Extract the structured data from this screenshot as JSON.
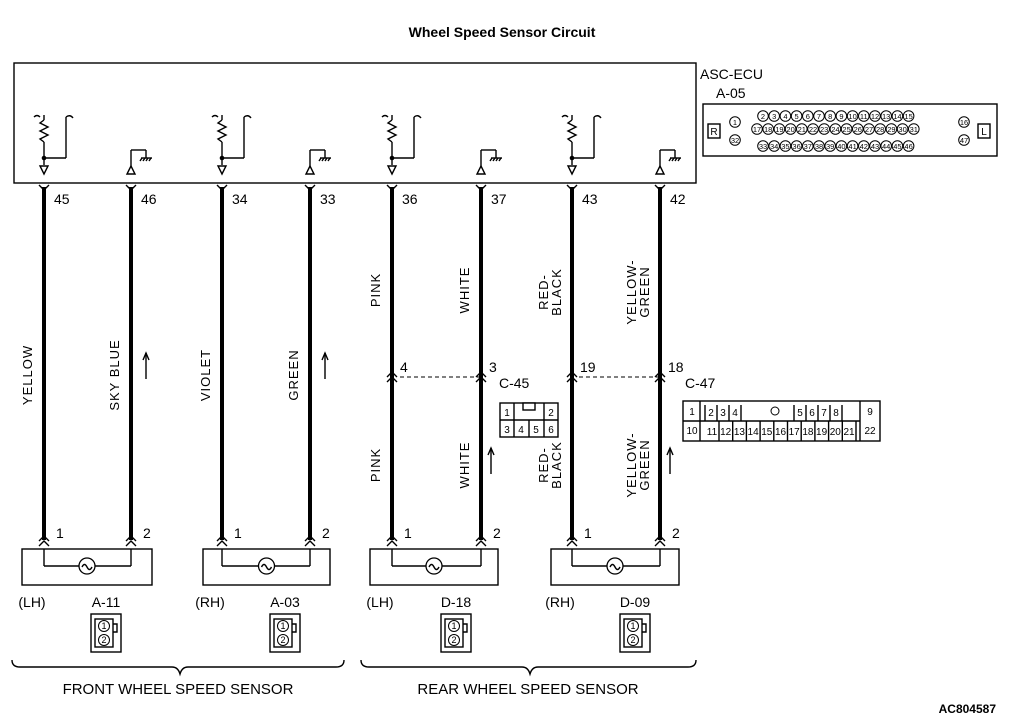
{
  "title": "Wheel Speed Sensor Circuit",
  "ecu": {
    "name": "ASC-ECU",
    "connector": "A-05",
    "side_left": "R",
    "side_right": "L",
    "pin_rows": [
      [
        "1",
        "32"
      ],
      [
        "2",
        "3",
        "4",
        "5",
        "6",
        "7",
        "8",
        "9",
        "10",
        "11",
        "12",
        "13",
        "14",
        "15"
      ],
      [
        "17",
        "18",
        "19",
        "20",
        "21",
        "22",
        "23",
        "24",
        "25",
        "26",
        "27",
        "28",
        "29",
        "30",
        "31"
      ],
      [
        "33",
        "34",
        "35",
        "36",
        "37",
        "38",
        "39",
        "40",
        "41",
        "42",
        "43",
        "44",
        "45",
        "46"
      ],
      [
        "16",
        "47"
      ]
    ]
  },
  "wires": [
    {
      "ecu_pin": "45",
      "sensor_pin": "1",
      "color_top": "YELLOW",
      "color_bottom": ""
    },
    {
      "ecu_pin": "46",
      "sensor_pin": "2",
      "color_top": "SKY BLUE",
      "color_bottom": ""
    },
    {
      "ecu_pin": "34",
      "sensor_pin": "1",
      "color_top": "VIOLET",
      "color_bottom": ""
    },
    {
      "ecu_pin": "33",
      "sensor_pin": "2",
      "color_top": "GREEN",
      "color_bottom": ""
    },
    {
      "ecu_pin": "36",
      "sensor_pin": "1",
      "color_top": "PINK",
      "color_bottom": "PINK",
      "junction_pin": "4"
    },
    {
      "ecu_pin": "37",
      "sensor_pin": "2",
      "color_top": "WHITE",
      "color_bottom": "WHITE",
      "junction_pin": "3"
    },
    {
      "ecu_pin": "43",
      "sensor_pin": "1",
      "color_top": [
        "RED-",
        "BLACK"
      ],
      "color_bottom": [
        "RED-",
        "BLACK"
      ],
      "junction_pin": "19"
    },
    {
      "ecu_pin": "42",
      "sensor_pin": "2",
      "color_top": [
        "YELLOW-",
        "GREEN"
      ],
      "color_bottom": [
        "YELLOW-",
        "GREEN"
      ],
      "junction_pin": "18"
    }
  ],
  "junctions": [
    {
      "name": "C-45",
      "rows": [
        [
          "1",
          "",
          "2"
        ],
        [
          "3",
          "4",
          "5",
          "6"
        ]
      ]
    },
    {
      "name": "C-47",
      "rows": [
        [
          "1",
          "2",
          "3",
          "4",
          "",
          "5",
          "6",
          "7",
          "8",
          "9"
        ],
        [
          "10",
          "11",
          "12",
          "13",
          "14",
          "15",
          "16",
          "17",
          "18",
          "19",
          "20",
          "21",
          "22"
        ]
      ]
    }
  ],
  "sensors": [
    {
      "side": "(LH)",
      "connector": "A-11",
      "pins": [
        "1",
        "2"
      ]
    },
    {
      "side": "(RH)",
      "connector": "A-03",
      "pins": [
        "1",
        "2"
      ]
    },
    {
      "side": "(LH)",
      "connector": "D-18",
      "pins": [
        "1",
        "2"
      ]
    },
    {
      "side": "(RH)",
      "connector": "D-09",
      "pins": [
        "1",
        "2"
      ]
    }
  ],
  "groups": {
    "front": "FRONT WHEEL SPEED SENSOR",
    "rear": "REAR WHEEL SPEED SENSOR"
  },
  "figure_code": "AC804587"
}
